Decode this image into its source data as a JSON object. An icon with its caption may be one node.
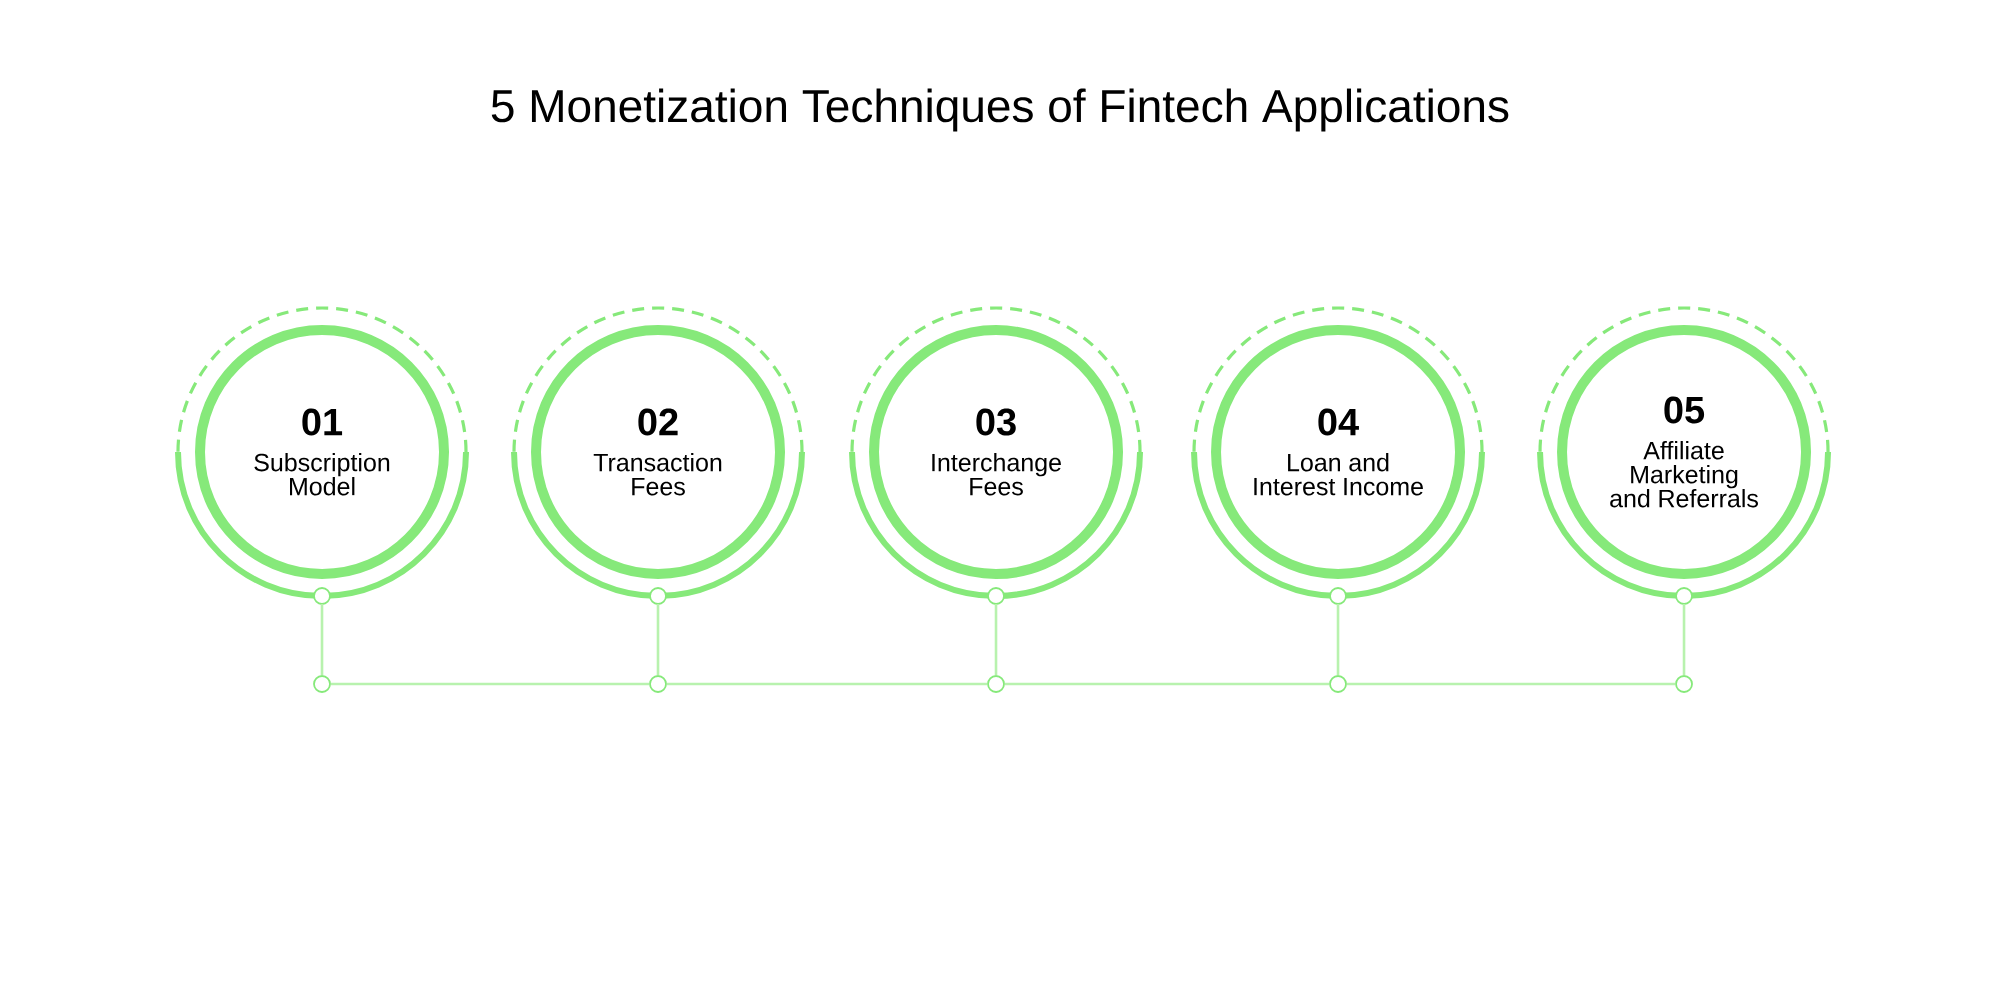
{
  "diagram": {
    "title": "5 Monetization Techniques of Fintech Applications",
    "nodes": [
      {
        "text": [
          "01",
          "Subscription Model"
        ]
      },
      {
        "text": [
          "02",
          "Transaction Fees"
        ]
      },
      {
        "text": [
          "03",
          "Interchange Fees"
        ]
      },
      {
        "text": [
          "04",
          "Loan and Interest Income"
        ]
      },
      {
        "text": [
          "05",
          "Affiliate Marketing and Referrals"
        ]
      },
      {
        "text": [],
        "shape": "circle"
      },
      {
        "text": [],
        "shape": "circle"
      },
      {
        "text": [],
        "shape": "circle"
      },
      {
        "text": [],
        "shape": "circle"
      },
      {
        "text": [],
        "shape": "circle"
      }
    ],
    "edges": [
      {
        "from": 0,
        "to": 5,
        "arrow": "none"
      },
      {
        "from": 1,
        "to": 6,
        "arrow": "none"
      },
      {
        "from": 2,
        "to": 7,
        "arrow": "none"
      },
      {
        "from": 3,
        "to": 8,
        "arrow": "none"
      },
      {
        "from": 4,
        "to": 9,
        "arrow": "none"
      },
      {
        "from": 5,
        "to": 6,
        "arrow": "none"
      },
      {
        "from": 6,
        "to": 7,
        "arrow": "none"
      },
      {
        "from": 7,
        "to": 8,
        "arrow": "none"
      },
      {
        "from": 8,
        "to": 9,
        "arrow": "none"
      }
    ]
  }
}
